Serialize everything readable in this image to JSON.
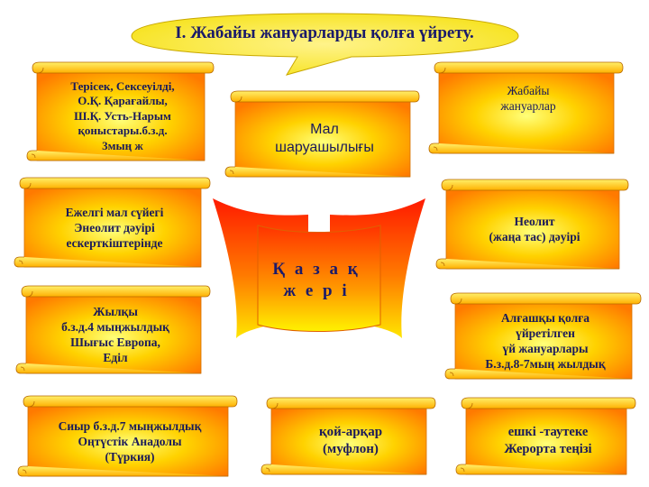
{
  "title": "I. Жабайы жануарларды қолға үйрету.",
  "center": {
    "line1": "Қ а з а қ",
    "line2": "ж е р і"
  },
  "boxes": {
    "tersek": "Терісек, Сексеуілді,\n    О.Қ. Қарағайлы,\n  Ш.Қ. Усть-Нарым\n  қоныстары.б.з.д.\n3мың ж",
    "mal": "Мал\nшаруашылығы",
    "jabaiy": "Жабайы\nжануарлар",
    "ejelgi": "Ежелгі мал сүйегі\nЭнеолит дәуірі\nескерткіштерінде",
    "neolit": "Неолит\n(жаңа тас) дәуірі",
    "jylqy": "Жылқы\nб.з.д.4 мыңжылдық\n    Шығыс Европа,\nЕділ",
    "algashqy": "Алғашқы қолға\n    үйретілген\nүй жануарлары\nБ.з.д.8-7мың жылдық",
    "siyr": "Сиыр б.з.д.7 мыңжылдық\nОңтүстік Анадолы\n(Түркия)",
    "qoi": "қой-арқар\n(муфлон)",
    "eshki": "ешкі -таутеке\nЖерорта теңізі"
  }
}
